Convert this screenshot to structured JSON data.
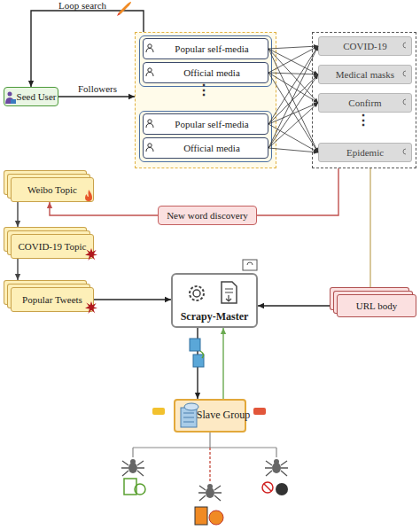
{
  "diagram": {
    "nodes": [
      {
        "text": [
          "Seed User"
        ]
      },
      {
        "text": []
      },
      {
        "text": [
          "Popular self-media"
        ],
        "in": 1
      },
      {
        "text": [
          "Official media"
        ],
        "in": 1
      },
      {
        "text": [
          "Popular self-media"
        ],
        "in": 1
      },
      {
        "text": [
          "Official media"
        ],
        "in": 1
      },
      {
        "text": []
      },
      {
        "text": [
          "COVID-19"
        ],
        "in": 6
      },
      {
        "text": [
          "Medical masks"
        ],
        "in": 6
      },
      {
        "text": [
          "Confirm"
        ],
        "in": 6
      },
      {
        "text": [
          "Epidemic"
        ],
        "in": 6
      },
      {
        "text": [
          "Weibo Topic"
        ]
      },
      {
        "text": [
          "New word discovery"
        ]
      },
      {
        "text": [
          "COVID-19 Topic"
        ]
      },
      {
        "text": [
          "Popular Tweets"
        ]
      },
      {
        "text": [
          "Scrapy-Master"
        ]
      },
      {
        "text": [
          "URL body"
        ]
      },
      {
        "text": [
          "Slave Group"
        ]
      }
    ],
    "edges": [
      {
        "from": 1,
        "to": 0,
        "arrow": "to",
        "label": "Loop search"
      },
      {
        "from": 0,
        "to": 1,
        "arrow": "to",
        "label": "Followers"
      },
      {
        "from": 2,
        "to": 7,
        "arrow": "to"
      },
      {
        "from": 2,
        "to": 8,
        "arrow": "to"
      },
      {
        "from": 2,
        "to": 9,
        "arrow": "to"
      },
      {
        "from": 2,
        "to": 10,
        "arrow": "to"
      },
      {
        "from": 3,
        "to": 7,
        "arrow": "to"
      },
      {
        "from": 3,
        "to": 8,
        "arrow": "to"
      },
      {
        "from": 3,
        "to": 9,
        "arrow": "to"
      },
      {
        "from": 3,
        "to": 10,
        "arrow": "to"
      },
      {
        "from": 4,
        "to": 7,
        "arrow": "to"
      },
      {
        "from": 4,
        "to": 8,
        "arrow": "to"
      },
      {
        "from": 4,
        "to": 9,
        "arrow": "to"
      },
      {
        "from": 4,
        "to": 10,
        "arrow": "to"
      },
      {
        "from": 5,
        "to": 7,
        "arrow": "to"
      },
      {
        "from": 5,
        "to": 8,
        "arrow": "to"
      },
      {
        "from": 5,
        "to": 9,
        "arrow": "to"
      },
      {
        "from": 5,
        "to": 10,
        "arrow": "to"
      },
      {
        "from": 6,
        "to": 12,
        "arrow": "none"
      },
      {
        "from": 12,
        "to": 11,
        "arrow": "to"
      },
      {
        "from": 11,
        "to": 13,
        "arrow": "to"
      },
      {
        "from": 13,
        "to": 14,
        "arrow": "to"
      },
      {
        "from": 14,
        "to": 15,
        "arrow": "to"
      },
      {
        "from": 6,
        "to": 16,
        "arrow": "none"
      },
      {
        "from": 16,
        "to": 15,
        "arrow": "to"
      },
      {
        "from": 15,
        "to": 17,
        "arrow": "to"
      },
      {
        "from": 17,
        "to": 15,
        "arrow": "to"
      }
    ],
    "labels": [
      "⋮",
      "⋮"
    ]
  }
}
